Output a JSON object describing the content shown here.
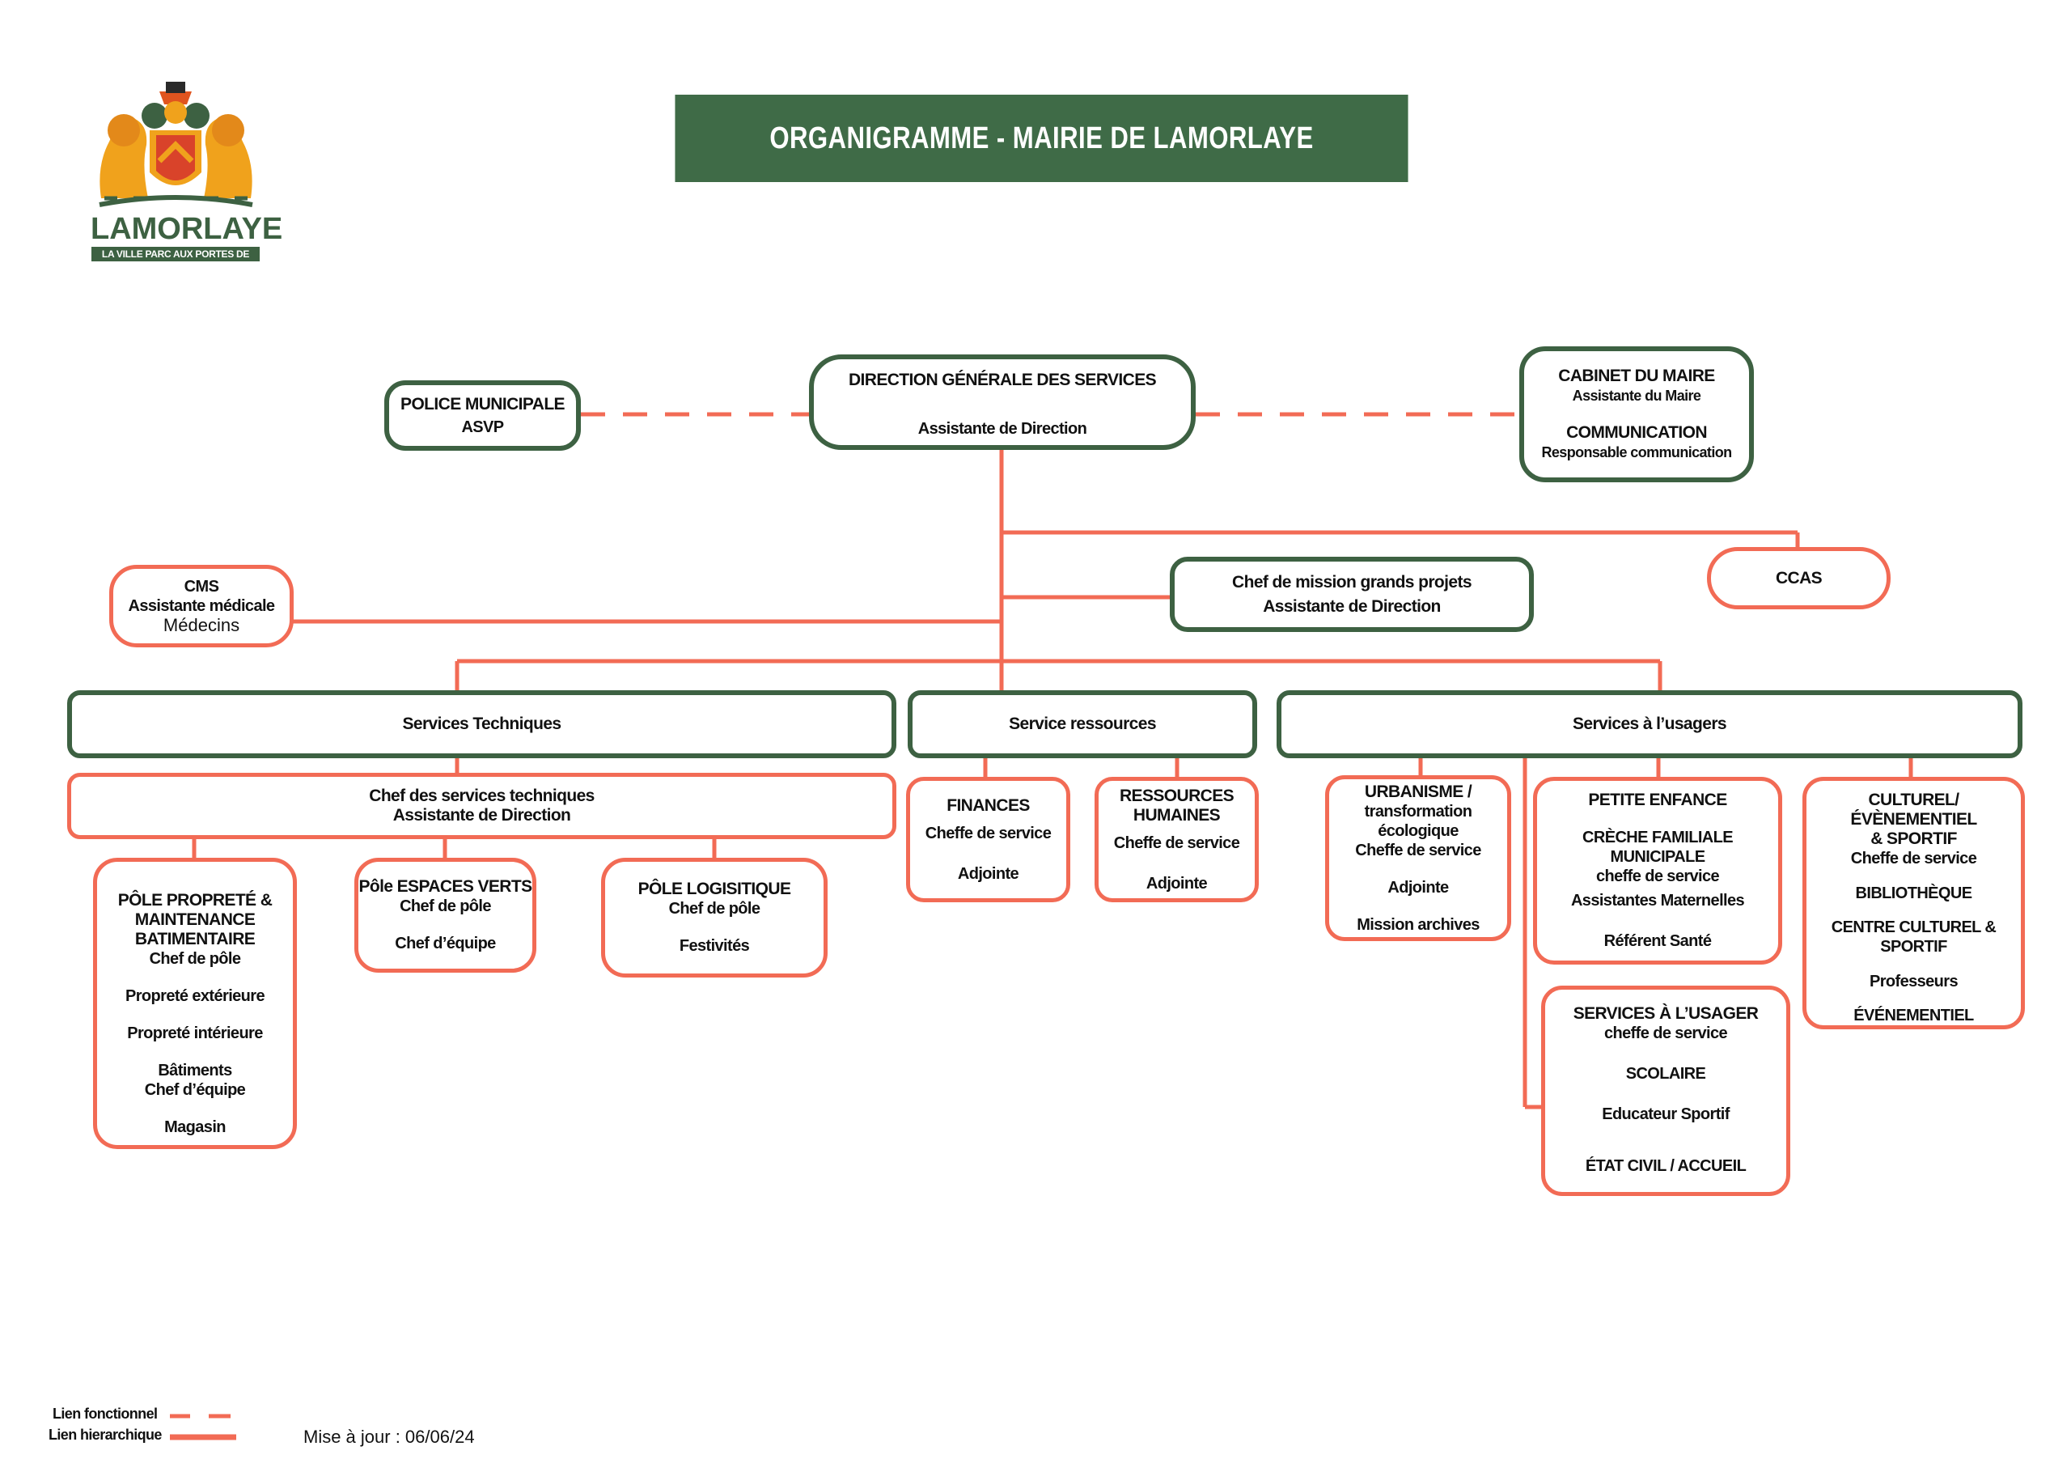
{
  "header": {
    "title": "ORGANIGRAMME - MAIRIE DE LAMORLAYE",
    "logo_text": "LAMORLAYE",
    "logo_subtitle": "LA VILLE PARC AUX PORTES DE PARIS"
  },
  "colors": {
    "green": "#3d6142",
    "title_green": "#3f6b47",
    "orange": "#f26b55",
    "coat_of_arms_gold": "#f0a21c"
  },
  "nodes": {
    "police": {
      "title": "POLICE MUNICIPALE",
      "lines": [
        "ASVP"
      ]
    },
    "dgs": {
      "title": "DIRECTION GÉNÉRALE DES SERVICES",
      "lines": [
        "Assistante de Direction"
      ]
    },
    "cabinet": {
      "title": "CABINET DU MAIRE",
      "sub": "Assistante du Maire",
      "title2": "COMMUNICATION",
      "sub2": "Responsable communication"
    },
    "cms": {
      "title": "CMS",
      "lines": [
        "Assistante médicale",
        "Médecins"
      ]
    },
    "mission": {
      "lines": [
        "Chef de mission grands projets",
        "Assistante de Direction"
      ]
    },
    "ccas": {
      "title": "CCAS"
    },
    "tech": {
      "title": "Services Techniques"
    },
    "ressources": {
      "title": "Service ressources"
    },
    "usagers": {
      "title": "Services à l’usagers"
    },
    "chef_tech": {
      "lines": [
        "Chef des services techniques",
        "Assistante de Direction"
      ]
    },
    "pole_proprete": {
      "title": "PÔLE PROPRETÉ &",
      "title2": "MAINTENANCE BATIMENTAIRE",
      "lines": [
        "Chef de pôle",
        "Propreté extérieure",
        "Propreté intérieure",
        "Bâtiments",
        "Chef d’équipe",
        "Magasin"
      ]
    },
    "pole_verts": {
      "title": "Pôle ESPACES VERTS",
      "lines": [
        "Chef de pôle",
        "Chef d’équipe"
      ]
    },
    "pole_logistique": {
      "title": "PÔLE LOGISITIQUE",
      "lines": [
        "Chef de pôle",
        "Festivités"
      ]
    },
    "finances": {
      "title": "FINANCES",
      "lines": [
        "Cheffe de service",
        "Adjointe"
      ]
    },
    "rh": {
      "title": "RESSOURCES HUMAINES",
      "lines": [
        "Cheffe de service",
        "Adjointe"
      ]
    },
    "urbanisme": {
      "title": "URBANISME /",
      "lines": [
        "transformation écologique",
        "Cheffe de service",
        "Adjointe",
        "Mission archives"
      ]
    },
    "petite_enfance": {
      "title": "PETITE ENFANCE",
      "lines": [
        "CRÈCHE FAMILIALE MUNICIPALE",
        "cheffe de service",
        "Assistantes Maternelles",
        "Référent Santé"
      ]
    },
    "culturel": {
      "title": "CULTUREL/ÉVÈNEMENTIEL",
      "title2": "& SPORTIF",
      "lines": [
        "Cheffe de service",
        "BIBLIOTHÈQUE",
        "CENTRE CULTUREL & SPORTIF",
        "Professeurs",
        "ÉVÉNEMENTIEL"
      ]
    },
    "services_usager": {
      "title": "SERVICES À L’USAGER",
      "lines": [
        "cheffe de service",
        "SCOLAIRE",
        "Educateur Sportif",
        "ÉTAT CIVIL / ACCUEIL"
      ]
    }
  },
  "legend": {
    "functional": "Lien fonctionnel",
    "hierarchical": "Lien hierarchique"
  },
  "footer": {
    "update": "Mise à jour : 06/06/24"
  }
}
